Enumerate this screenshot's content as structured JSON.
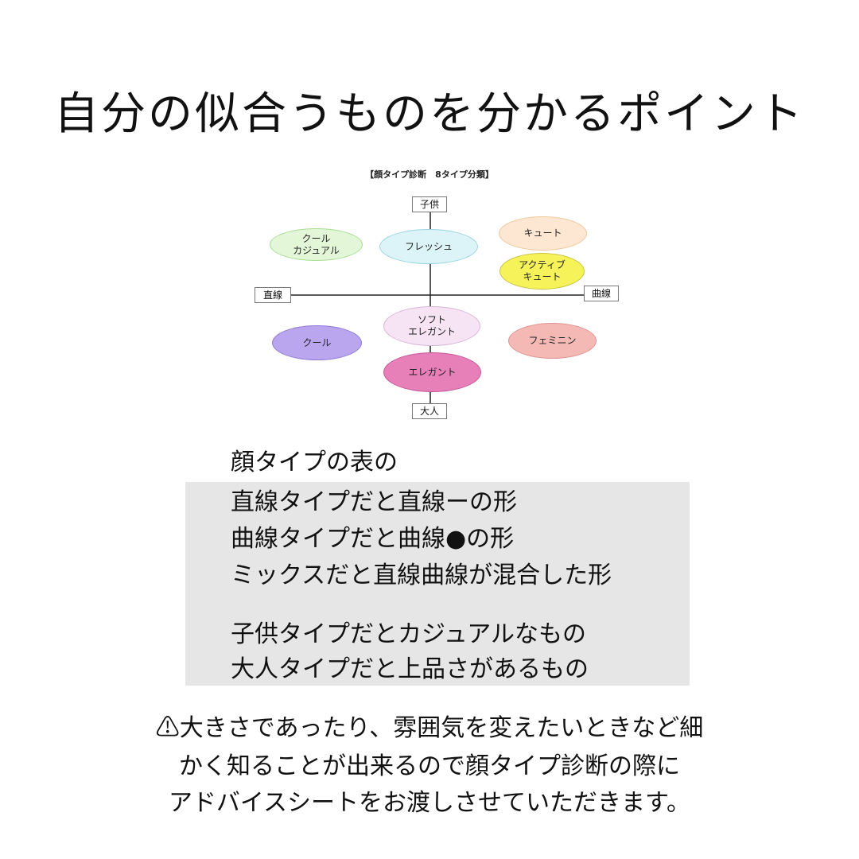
{
  "title": "自分の似合うものを分かるポイント",
  "diagram": {
    "title": "【顔タイプ診断　8タイプ分類】",
    "axes": {
      "top": "子供",
      "bottom": "大人",
      "left": "直線",
      "right": "曲線"
    },
    "types": [
      {
        "key": "cool-casual",
        "label": "クール\nカジュアル",
        "color": "#e3f7d8"
      },
      {
        "key": "fresh",
        "label": "フレッシュ",
        "color": "#dcf4f7"
      },
      {
        "key": "cute",
        "label": "キュート",
        "color": "#fde7d3"
      },
      {
        "key": "active-cute",
        "label": "アクティブ\nキュート",
        "color": "#f5f25a"
      },
      {
        "key": "soft-elegant",
        "label": "ソフト\nエレガント",
        "color": "#f6e3f4"
      },
      {
        "key": "cool",
        "label": "クール",
        "color": "#b9a6ee"
      },
      {
        "key": "feminine",
        "label": "フェミニン",
        "color": "#f5b9b5"
      },
      {
        "key": "elegant",
        "label": "エレガント",
        "color": "#e77fb9"
      }
    ]
  },
  "explanation": {
    "heading": "顔タイプの表の",
    "lines": [
      "直線タイプだと直線ーの形",
      "曲線タイプだと曲線●の形",
      "ミックスだと直線曲線が混合した形",
      "子供タイプだとカジュアルなもの",
      "大人タイプだと上品さがあるもの"
    ]
  },
  "note": {
    "lines": [
      "⚠大きさであったり、雰囲気を変えたいときなど細",
      "かく知ることが出来るので顔タイプ診断の際に",
      "アドバイスシートをお渡しさせていただきます。"
    ]
  }
}
